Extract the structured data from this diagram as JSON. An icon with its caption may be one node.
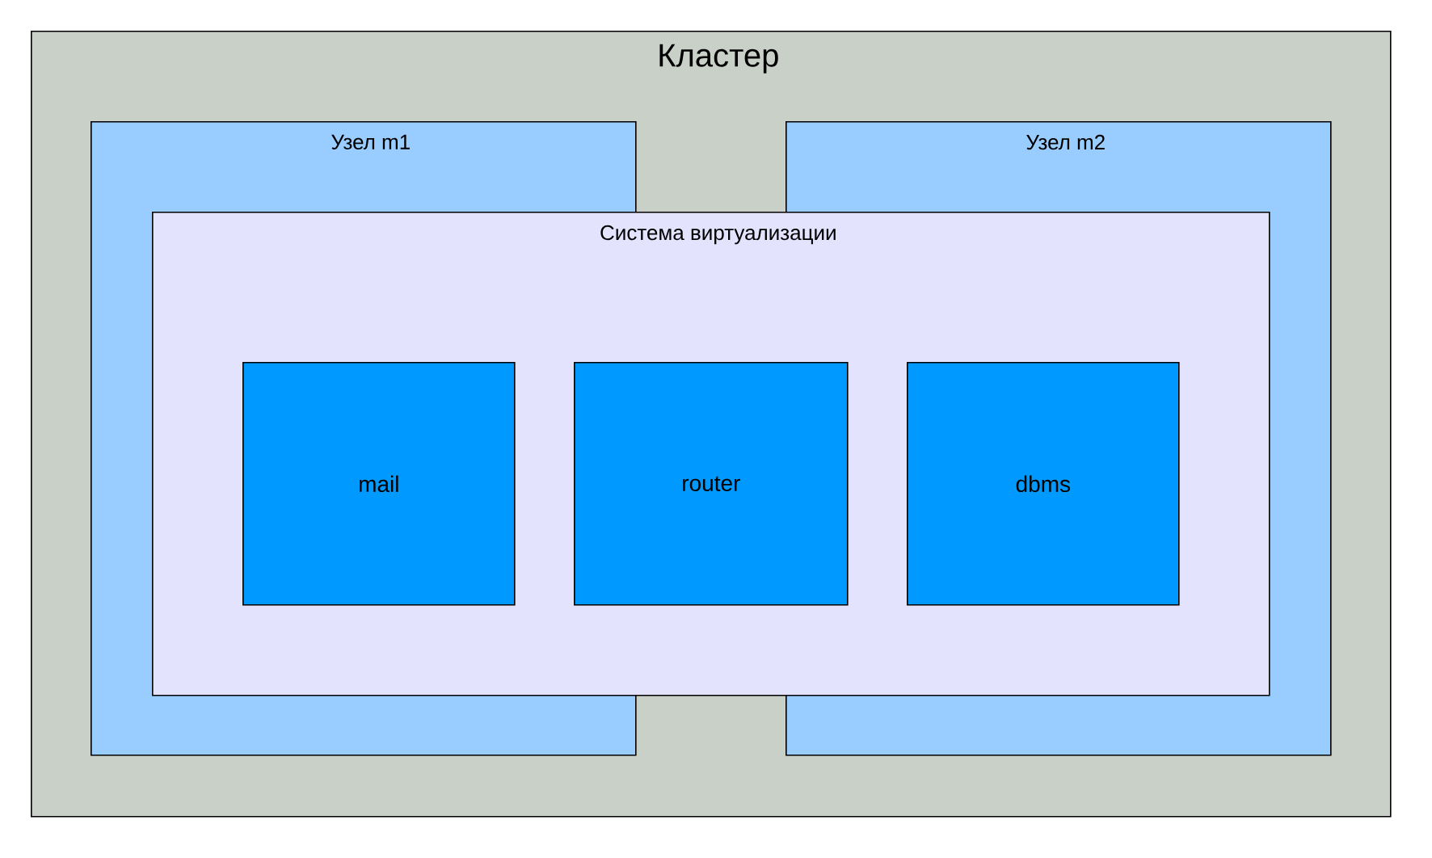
{
  "diagram": {
    "nodes": [
      {
        "text": [
          "Кластер"
        ]
      },
      {
        "text": [
          "Узел m1"
        ],
        "in": 0
      },
      {
        "text": [
          "Узел m2"
        ],
        "in": 0
      },
      {
        "text": [
          "Система виртуализации"
        ],
        "in": 0
      },
      {
        "text": [
          "mail"
        ]
      },
      {
        "text": [
          "router"
        ],
        "in": 3
      },
      {
        "text": [
          "dbms"
        ]
      }
    ]
  }
}
